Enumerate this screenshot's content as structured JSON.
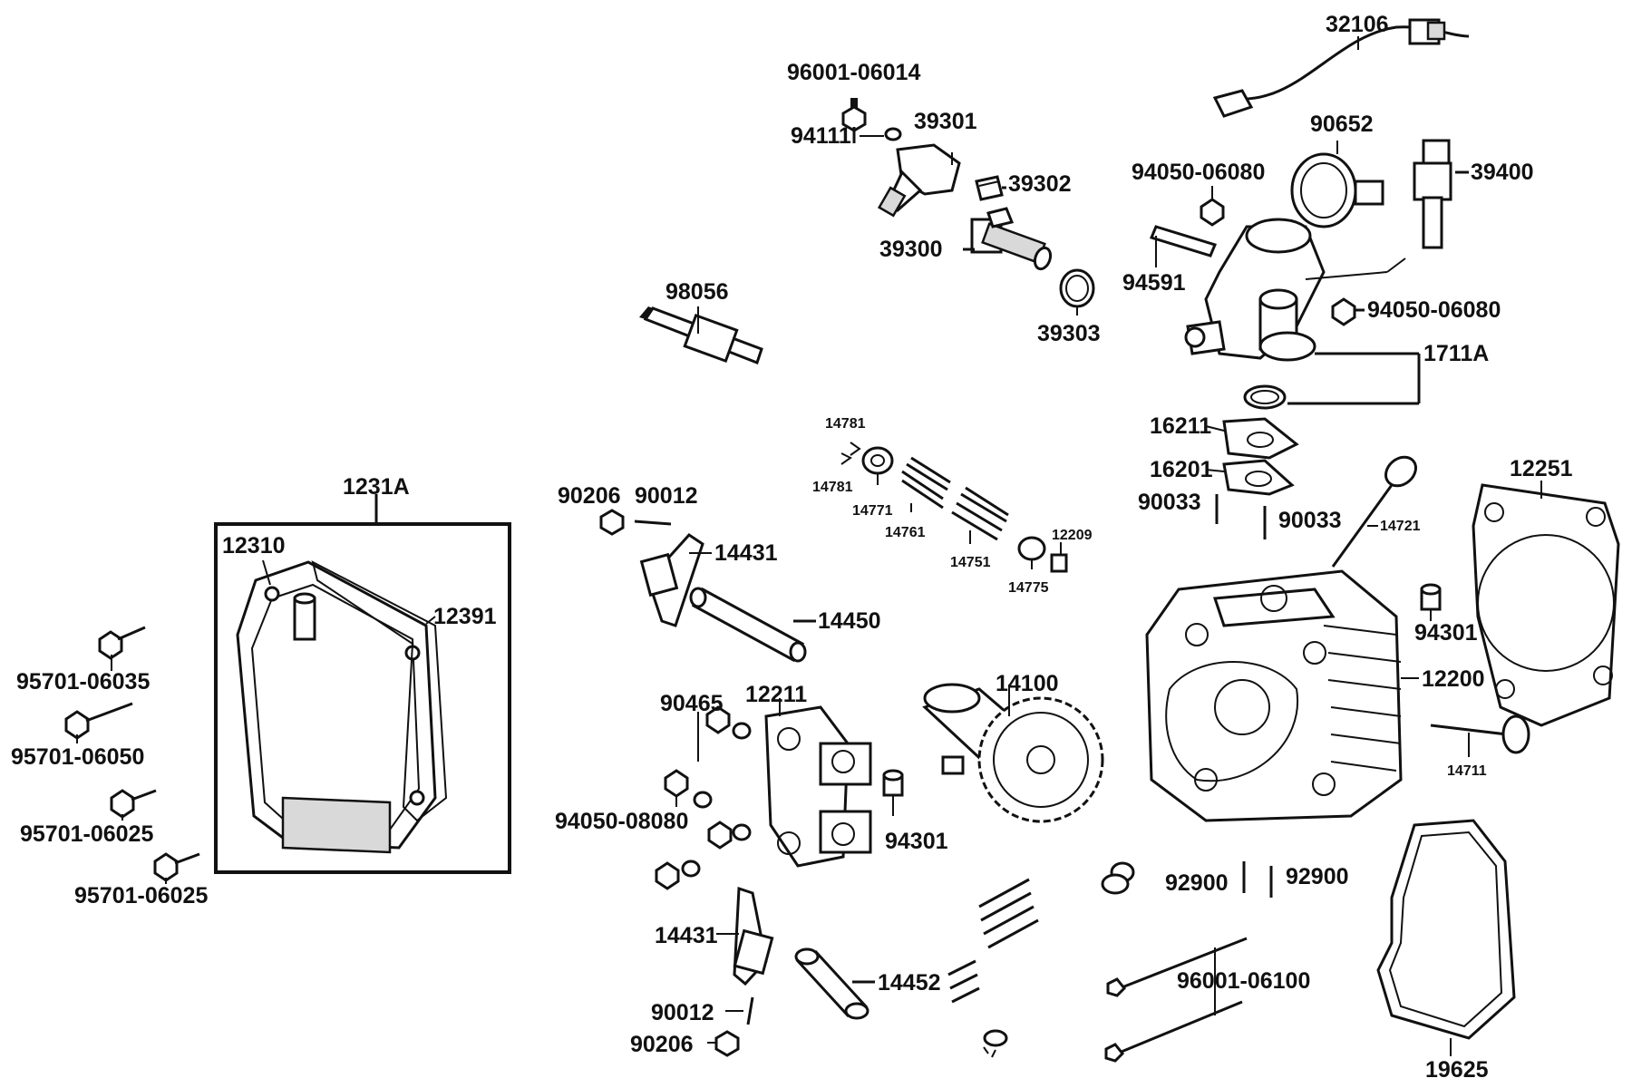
{
  "labels": {
    "p32106": "32106",
    "p96001_06014": "96001-06014",
    "p94111": "94111",
    "p39301": "39301",
    "p39302": "39302",
    "p39300": "39300",
    "p39303": "39303",
    "p90652": "90652",
    "p39400": "39400",
    "p94050_06080_top": "94050-06080",
    "p94591": "94591",
    "p94050_06080_right": "94050-06080",
    "p1711A": "1711A",
    "p98056": "98056",
    "p14781_a": "14781",
    "p14781_b": "14781",
    "p14771": "14771",
    "p14761": "14761",
    "p14751": "14751",
    "p14775": "14775",
    "p12209": "12209",
    "p16211": "16211",
    "p16201": "16201",
    "p90033_left": "90033",
    "p90033_right": "90033",
    "p14721": "14721",
    "p12251": "12251",
    "p1231A": "1231A",
    "p12310": "12310",
    "p12391": "12391",
    "p90206_top": "90206",
    "p90012_top": "90012",
    "p14431_top": "14431",
    "p14450": "14450",
    "p95701_06035": "95701-06035",
    "p95701_06050": "95701-06050",
    "p95701_06025_a": "95701-06025",
    "p95701_06025_b": "95701-06025",
    "p90465": "90465",
    "p12211": "12211",
    "p94050_08080": "94050-08080",
    "p94301_mid": "94301",
    "p14100": "14100",
    "p12200": "12200",
    "p94301_right": "94301",
    "p14711": "14711",
    "p92900_left": "92900",
    "p92900_right": "92900",
    "p14431_bottom": "14431",
    "p14452": "14452",
    "p90012_bottom": "90012",
    "p90206_bottom": "90206",
    "p96001_06100": "96001-06100",
    "p19625": "19625"
  },
  "colors": {
    "line": "#111111",
    "background": "#ffffff",
    "shade": "#d9d9d9"
  }
}
